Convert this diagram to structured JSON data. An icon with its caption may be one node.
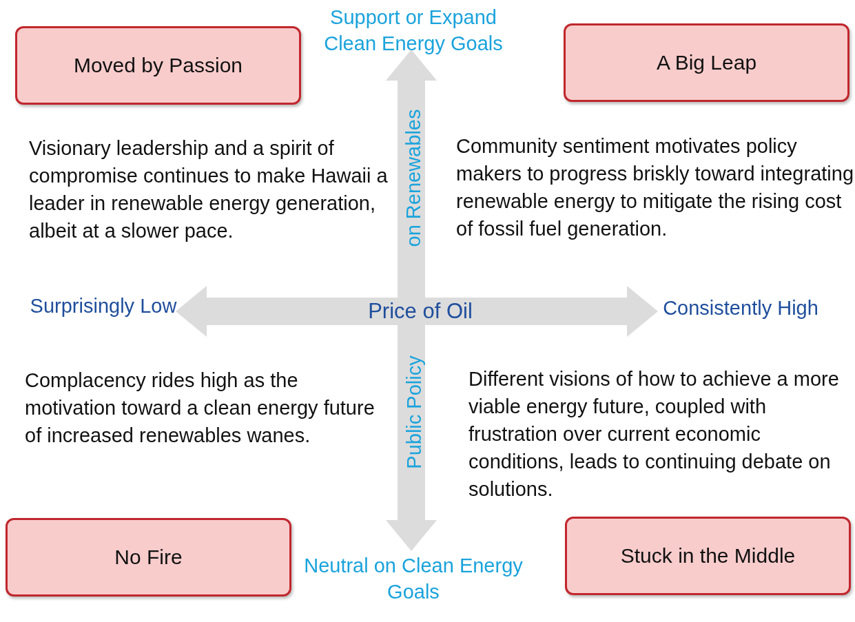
{
  "diagram": {
    "nodes": [
      {
        "text": [
          "Moved by Passion"
        ],
        "beside": [
          "Visionary leadership and a spirit of compromise continues to make Hawaii a leader in renewable energy generation, albeit at a slower pace."
        ]
      },
      {
        "text": [
          "A Big Leap"
        ],
        "beside": [
          "Community sentiment motivates policy makers to progress briskly toward integrating renewable energy to mitigate the rising cost of fossil fuel generation."
        ]
      },
      {
        "text": [
          "No Fire"
        ],
        "beside": [
          "Complacency rides high as the motivation toward a clean energy future of increased renewables wanes."
        ]
      },
      {
        "text": [
          "Stuck in the Middle"
        ],
        "beside": [
          "Different visions of how to achieve a more viable energy future, coupled with frustration over current economic conditions, leads to continuing debate on solutions."
        ]
      }
    ],
    "labels": [
      "Support or Expand Clean Energy Goals",
      "on Renewables",
      "Surprisingly Low",
      "Price of Oil",
      "Consistently High",
      "Public Policy",
      "Neutral on Clean Energy Goals"
    ]
  }
}
